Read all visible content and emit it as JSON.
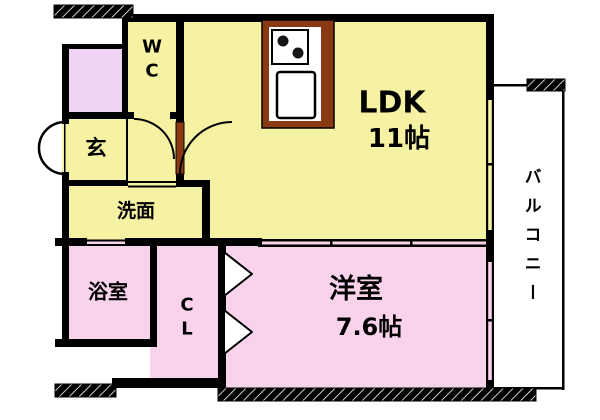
{
  "floorplan": {
    "colors": {
      "background": "#ffffff",
      "wall_black": "#000000",
      "room_yellow": "#f6f2a3",
      "room_pink": "#f9d2ec",
      "toilet_pink": "#efd3f3",
      "door_brown": "#8a3a12",
      "kitchen_dark": "#151515"
    },
    "rooms": {
      "wc": {
        "label": "W\nC"
      },
      "ldk": {
        "name": "LDK",
        "area": "11帖"
      },
      "entrance": {
        "label": "玄"
      },
      "washroom": {
        "label": "洗面"
      },
      "bathroom": {
        "label": "浴室"
      },
      "closet": {
        "label": "C\nL"
      },
      "western_room": {
        "name": "洋室",
        "area": "7.6帖"
      },
      "balcony": {
        "label": "バルコニー"
      }
    }
  }
}
